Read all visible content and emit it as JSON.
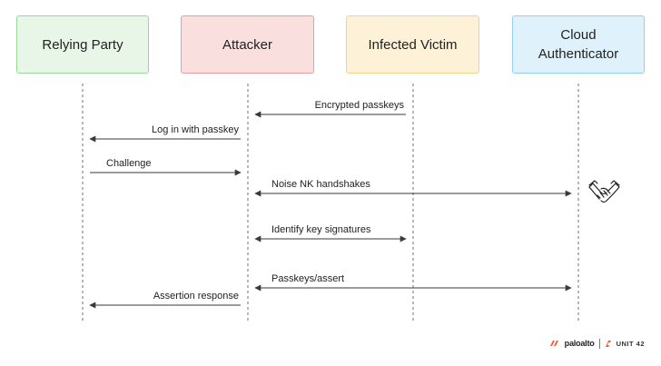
{
  "actors": [
    {
      "id": "rp",
      "label": "Relying Party"
    },
    {
      "id": "att",
      "label": "Attacker"
    },
    {
      "id": "vic",
      "label": "Infected Victim"
    },
    {
      "id": "cld",
      "label": "Cloud\nAuthenticator"
    }
  ],
  "messages": [
    {
      "text": "Encrypted passkeys",
      "from": "vic",
      "to": "att",
      "bidirectional": false
    },
    {
      "text": "Log in with passkey",
      "from": "att",
      "to": "rp",
      "bidirectional": false
    },
    {
      "text": "Challenge",
      "from": "rp",
      "to": "att",
      "bidirectional": false
    },
    {
      "text": "Noise NK handshakes",
      "from": "att",
      "to": "cld",
      "bidirectional": true
    },
    {
      "text": "Identify key signatures",
      "from": "att",
      "to": "vic",
      "bidirectional": true
    },
    {
      "text": "Passkeys/assert",
      "from": "att",
      "to": "cld",
      "bidirectional": true
    },
    {
      "text": "Assertion response",
      "from": "att",
      "to": "rp",
      "bidirectional": false
    }
  ],
  "icons": {
    "handshake": "handshake-icon"
  },
  "branding": {
    "company": "paloalto",
    "unit": "UNIT 42"
  },
  "colors": {
    "arrow": "#3a3a3a",
    "lifeline": "#8a8a8a",
    "brand_orange": "#fa582d"
  }
}
